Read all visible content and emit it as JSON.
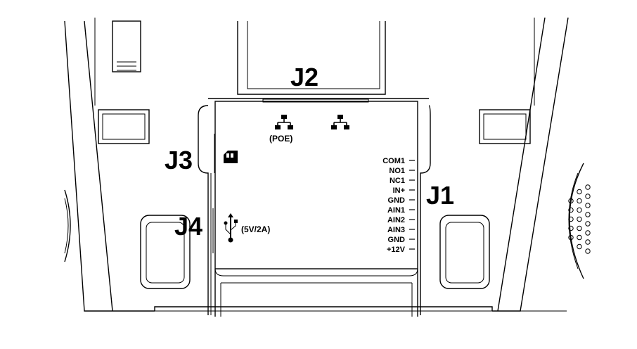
{
  "labels": {
    "j1": "J1",
    "j2": "J2",
    "j3": "J3",
    "j4": "J4"
  },
  "ports": {
    "poe": "(POE)",
    "usb_rating": "(5V/2A)"
  },
  "icons": [
    "ethernet-icon",
    "ethernet-icon",
    "sd-card-icon",
    "usb-icon"
  ],
  "j1_pins": [
    "COM1",
    "NO1",
    "NC1",
    "IN+",
    "GND",
    "AIN1",
    "AIN2",
    "AIN3",
    "GND",
    "+12V"
  ]
}
